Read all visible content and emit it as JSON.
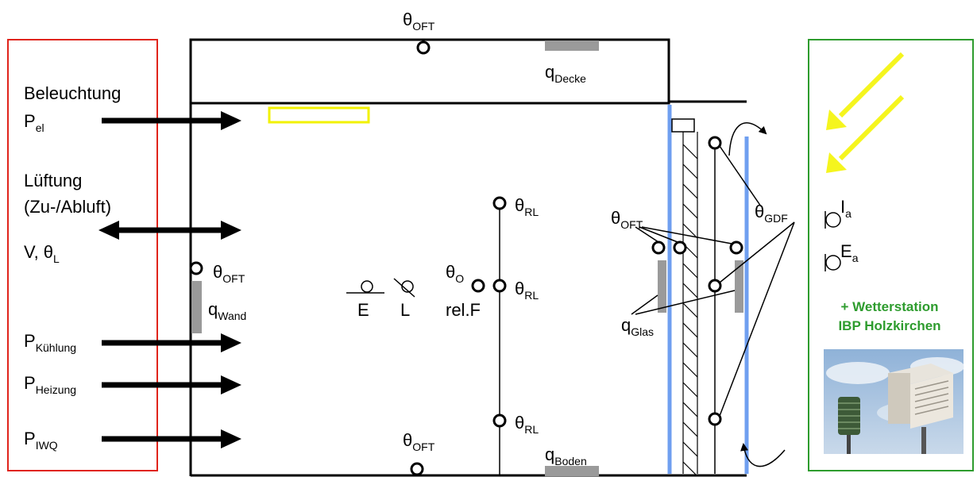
{
  "theta": "θ",
  "left_panel": {
    "beleuchtung": "Beleuchtung",
    "p_el": "P",
    "p_el_sub": "el",
    "lueftung": "Lüftung",
    "zu_abluft": "(Zu-/Abluft)",
    "v": "V,",
    "theta_l_sub": "L",
    "p_kuehlung": "P",
    "p_kuehlung_sub": "Kühlung",
    "p_heizung": "P",
    "p_heizung_sub": "Heizung",
    "p_iwq": "P",
    "p_iwq_sub": "IWQ"
  },
  "room": {
    "oft_sub": "OFT",
    "rl_sub": "RL",
    "o_sub": "O",
    "gdf_sub": "GDF",
    "q": "q",
    "wand_sub": "Wand",
    "decke_sub": "Decke",
    "boden_sub": "Boden",
    "glas_sub": "Glas",
    "e_label": "E",
    "l_label": "L",
    "relf_label": "rel.F"
  },
  "right_panel": {
    "i": "I",
    "i_sub": "a",
    "e": "E",
    "e_sub": "a",
    "station_line1": "+ Wetterstation",
    "station_line2": "IBP Holzkirchen"
  },
  "colors": {
    "left_border": "#e0241b",
    "right_border": "#2e9c2e",
    "lamp": "#f2f200",
    "sun_arrow": "#f5f51e",
    "glass": "#6f9ff0",
    "sensor_plate": "#9a9a9a"
  }
}
